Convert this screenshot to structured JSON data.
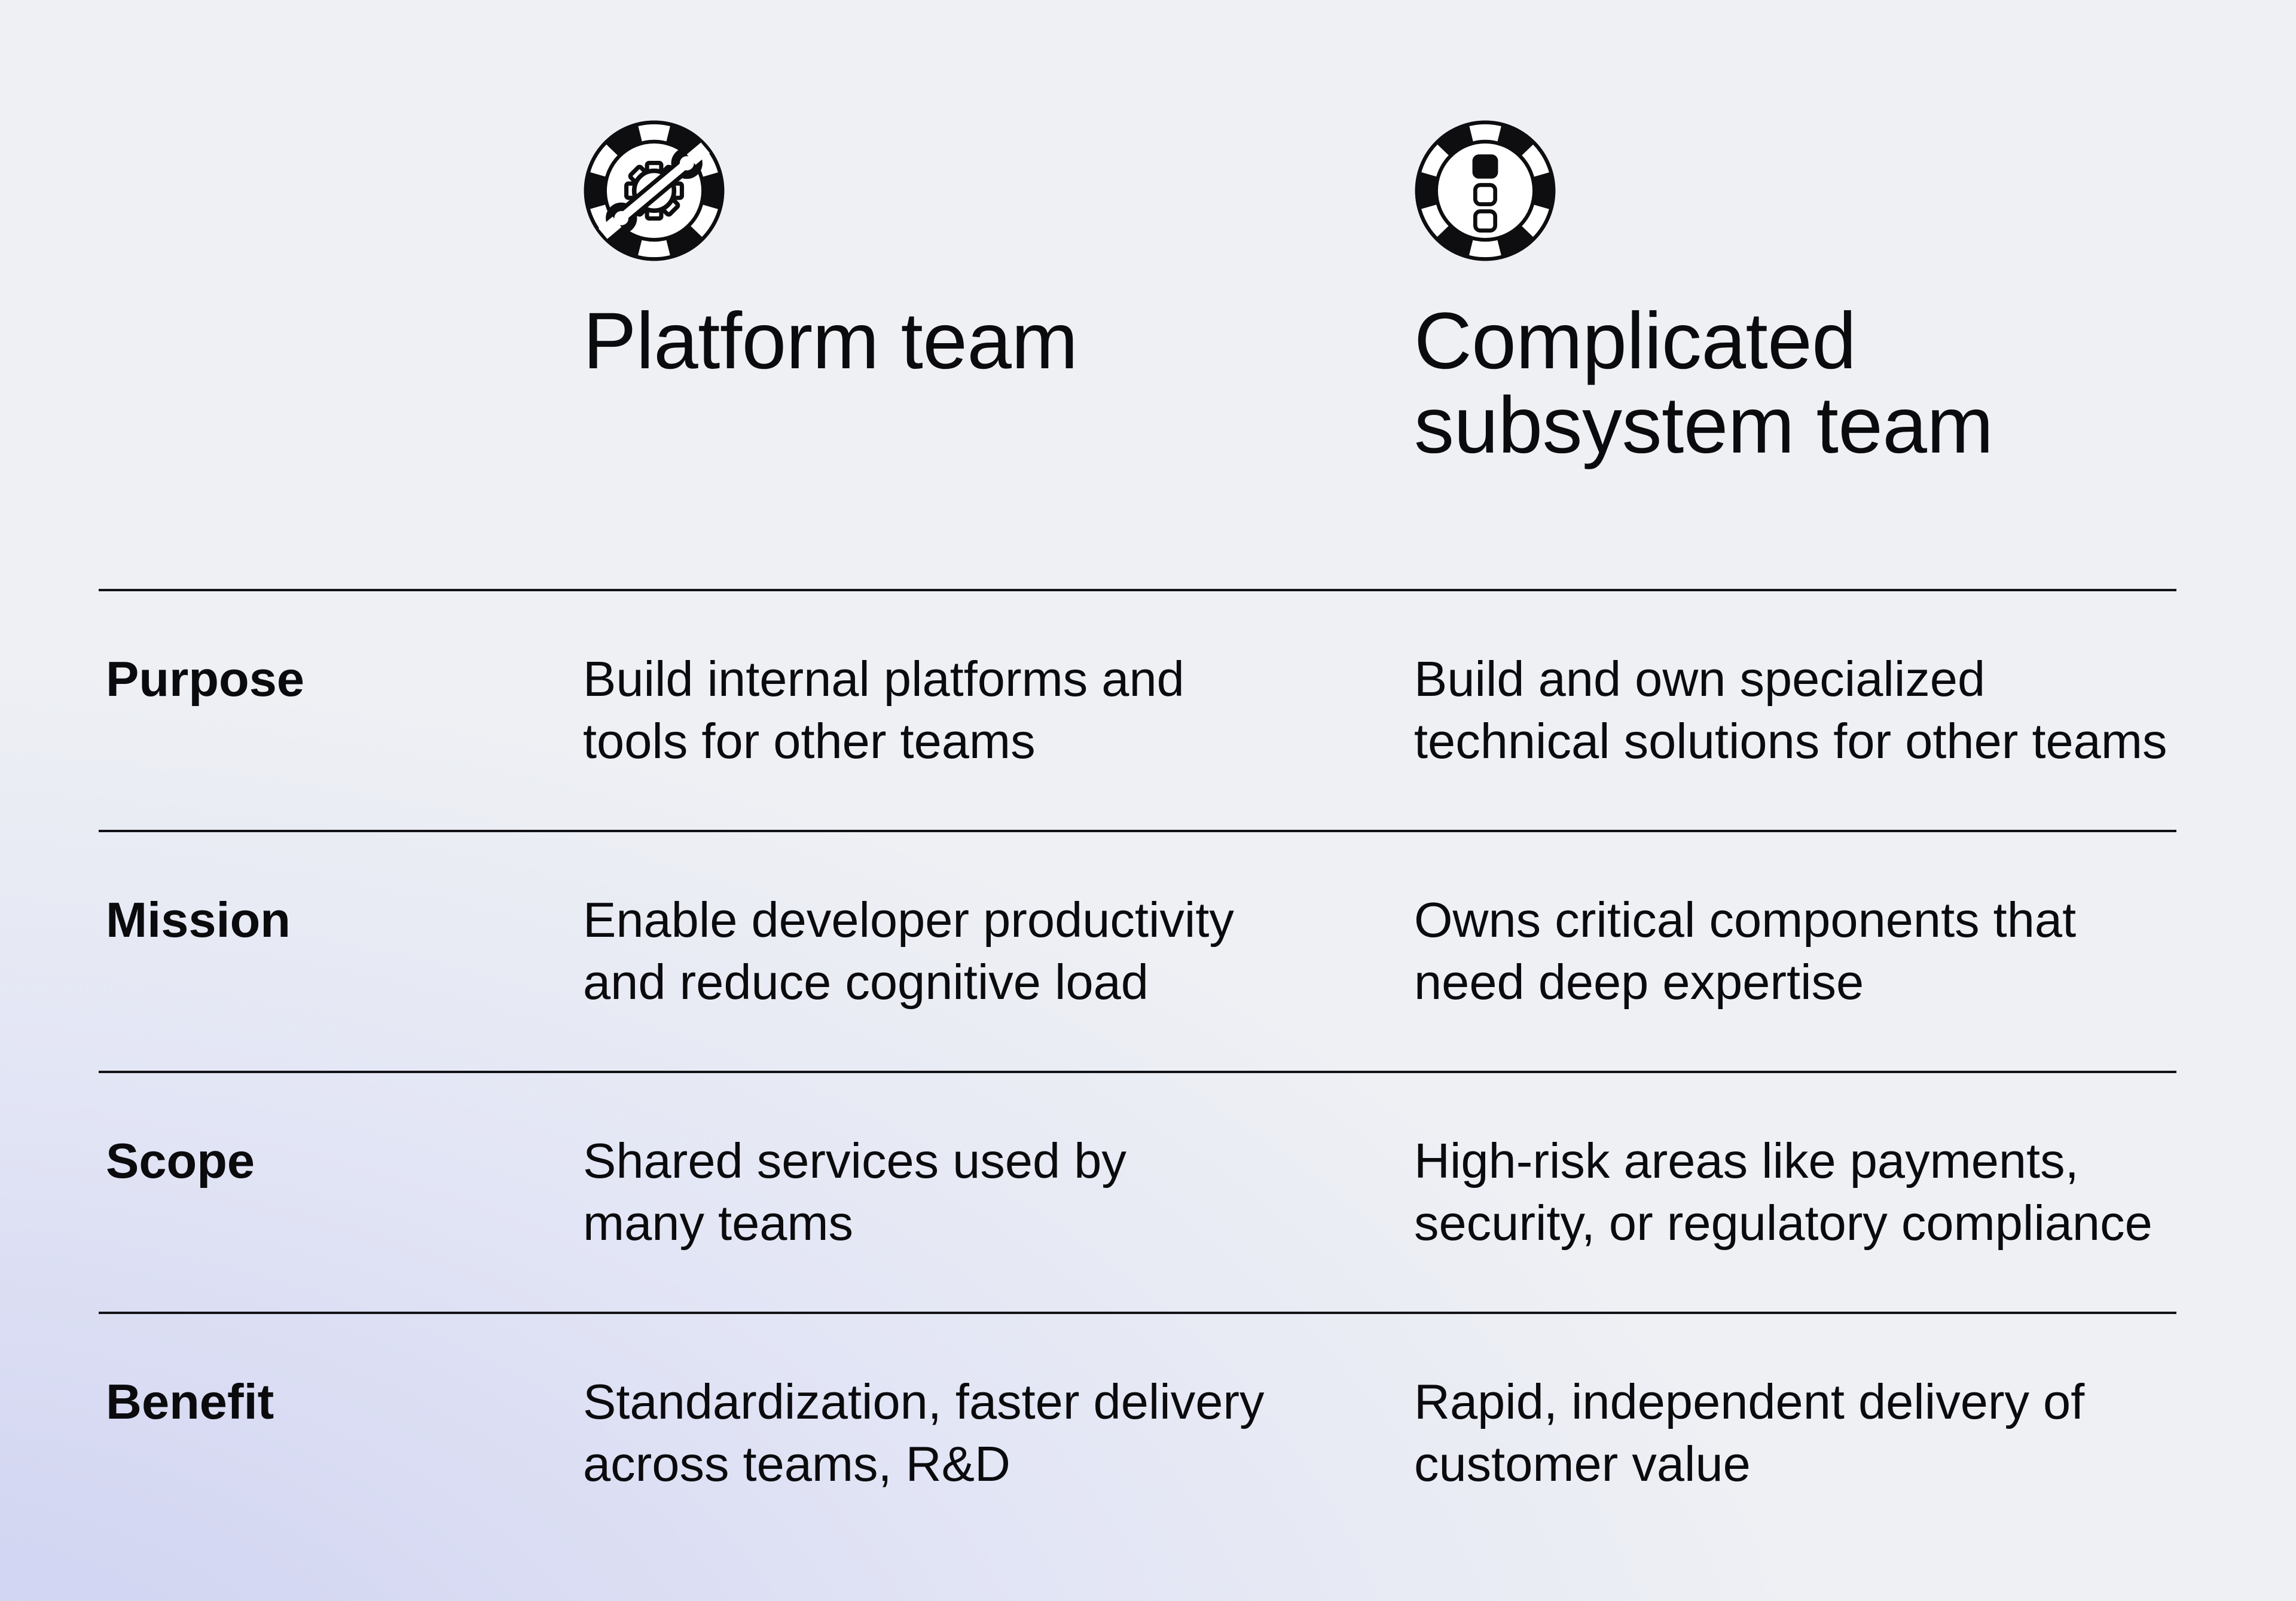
{
  "table": {
    "columns": [
      {
        "title": "Platform team",
        "icon": "chip-gear-wrench-icon"
      },
      {
        "title": "Complicated\nsubsystem team",
        "icon": "chip-stack-icon"
      }
    ],
    "row_headers": [
      "Purpose",
      "Mission",
      "Scope",
      "Benefit"
    ],
    "rows": [
      {
        "label": "Purpose",
        "platform": "Build internal platforms and\ntools for other teams",
        "complicated": "Build and own specialized\ntechnical solutions for other teams"
      },
      {
        "label": "Mission",
        "platform": "Enable developer productivity\nand reduce cognitive load",
        "complicated": "Owns critical components that\nneed deep expertise"
      },
      {
        "label": "Scope",
        "platform": "Shared services used by\nmany teams",
        "complicated": "High-risk areas like payments,\nsecurity, or regulatory compliance"
      },
      {
        "label": "Benefit",
        "platform": "Standardization, faster delivery\nacross teams, R&D",
        "complicated": "Rapid, independent delivery of\ncustomer value"
      }
    ]
  },
  "colors": {
    "background": "#eef0f4",
    "accent_lavender": "#d5d8f2",
    "text": "#0b0b0e",
    "divider": "#131317",
    "icon_ink": "#0e0e11"
  }
}
